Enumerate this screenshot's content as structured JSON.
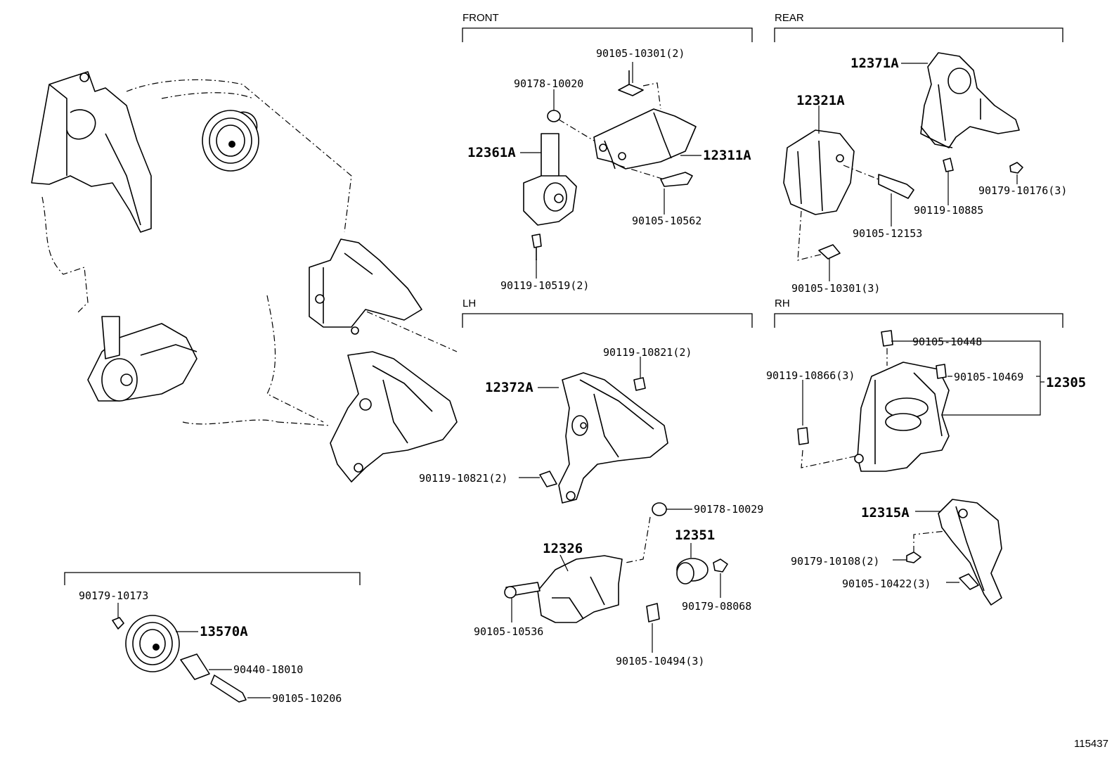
{
  "sections": {
    "front": "FRONT",
    "rear": "REAR",
    "lh": "LH",
    "rh": "RH"
  },
  "parts": {
    "front_bolt_top": "90105-10301(2)",
    "front_nut": "90178-10020",
    "front_mount": "12361A",
    "front_bracket": "12311A",
    "front_bolt_bracket": "90105-10562",
    "front_bolt_bottom": "90119-10519(2)",
    "rear_insulator": "12371A",
    "rear_bracket": "12321A",
    "rear_bolt_mid": "90105-12153",
    "rear_bolt_ins": "90119-10885",
    "rear_nut": "90179-10176(3)",
    "rear_bolt_bottom": "90105-10301(3)",
    "lh_bolt_top": "90119-10821(2)",
    "lh_mount": "12372A",
    "lh_bolt_bottom": "90119-10821(2)",
    "rh_bolt_top": "90105-10448",
    "rh_bolt_mid": "90105-10469",
    "rh_mount": "12305",
    "rh_bolt_side": "90119-10866(3)",
    "rh_stay": "12315A",
    "rh_nut": "90179-10108(2)",
    "rh_bolt_stay": "90105-10422(3)",
    "stopper_nut": "90178-10029",
    "stopper": "12351",
    "stopper_bracket": "12326",
    "stopper_nut2": "90179-08068",
    "stopper_bolt_left": "90105-10536",
    "stopper_bolt_bottom": "90105-10494(3)",
    "pulley_nut": "90179-10173",
    "pulley": "13570A",
    "pulley_collar": "90440-18010",
    "pulley_bolt": "90105-10206"
  },
  "illustration_id": "115437"
}
